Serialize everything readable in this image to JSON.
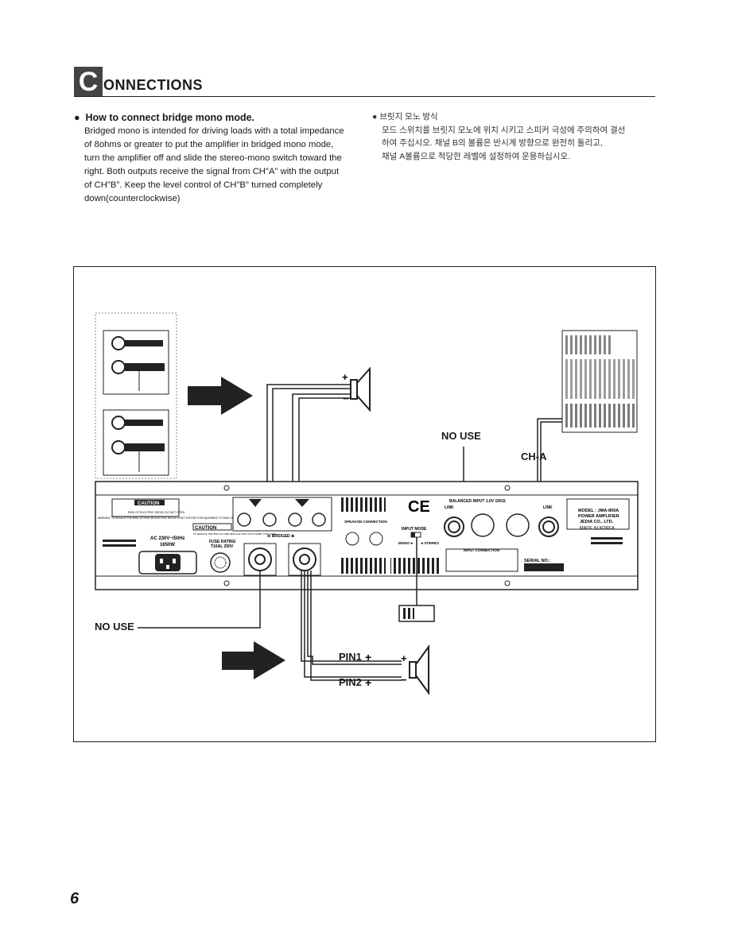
{
  "header": {
    "initial": "C",
    "rest": "ONNECTIONS"
  },
  "english": {
    "bullet": "●",
    "heading": "How to connect bridge mono mode.",
    "lines": [
      "Bridged mono is intended for driving loads with a total impedance",
      "of 8ohms or greater to put the amplifier in bridged mono mode,",
      "turn the amplifier off and slide the stereo-mono switch toward the",
      "right. Both outputs receive the signal from CH\"A\" with the output",
      "of CH\"B\". Keep the level control of CH\"B\" turned completely",
      "down(counterclockwise)"
    ]
  },
  "korean": {
    "heading": "● 브릿지 모노 방식",
    "lines": [
      "모드 스위치를 브릿지 모노에 위치 시키고 스피커 극성에 주의하여 결선",
      "하여 주십시오. 채널 B의 볼륨은 반시계 방향으로 완전히 돌리고,",
      "채널 A볼륨으로 적당한 레벨에 설정하여 운용하십시오."
    ]
  },
  "diagram": {
    "labels": {
      "no_use_top": "NO USE",
      "cha": "CH-A",
      "no_use_bottom": "NO USE",
      "pin1": "PIN1",
      "pin2": "PIN2"
    },
    "panel": {
      "caution": "CAUTION",
      "risk": "RISK OF ELECTRIC SHOCK DO NOT OPEN",
      "warning": "WARNING: TO REDUCE THE RISK OF FIRE OR ELECTRIC SHOCK DON'T EXPOSE THIS EQUIPMENT TO RAIN OR MOISTURE.",
      "caution2": "CAUTION",
      "caution2_text": "TO REDUCE THE RISK OF FIRE REPLACE ONLY WITH SAME TYPE FUSE.",
      "ac": "AC 230V~/50Hz",
      "watt": "1650W",
      "fuse": "FUSE RATING",
      "fuse_val": "T16AL 250V",
      "bridged": "⊖ BRIDGED ⊕",
      "speakon": "SPEAKON CONNECTION",
      "ce": "CE",
      "input_mode": "INPUT MODE",
      "mono": "MONO◄",
      "stereo": "►STEREO",
      "balanced": "BALANCED INPUT 1.0V 15KΩ",
      "link": "LINK",
      "input_conn": "INPUT CONNECTION",
      "model": "MODEL : JMA-800A",
      "type": "POWER AMPLIFIER",
      "maker": "JEDIA CO., LTD.",
      "made": "MADE IN KOREA",
      "serial": "SERIAL NO.:"
    }
  },
  "page_number": "6"
}
